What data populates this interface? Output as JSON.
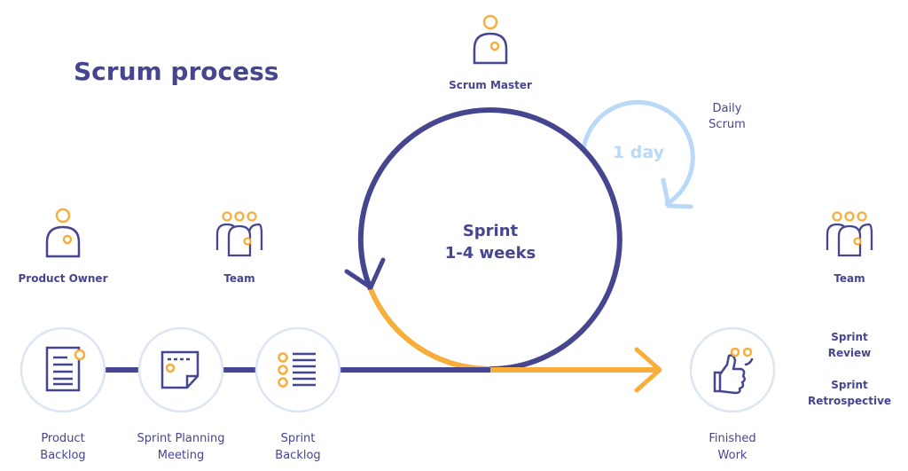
{
  "title": "Scrum process",
  "roles": {
    "product_owner": "Product Owner",
    "team_left": "Team",
    "scrum_master": "Scrum Master",
    "team_right": "Team"
  },
  "sprint": {
    "label": "Sprint",
    "duration": "1-4 weeks"
  },
  "daily": {
    "label_line1": "Daily",
    "label_line2": "Scrum",
    "cycle": "1 day"
  },
  "stages": {
    "product_backlog": [
      "Product",
      "Backlog"
    ],
    "sprint_planning": [
      "Sprint Planning",
      "Meeting"
    ],
    "sprint_backlog": [
      "Sprint",
      "Backlog"
    ],
    "finished_work": [
      "Finished",
      "Work"
    ]
  },
  "events": {
    "review": [
      "Sprint",
      "Review"
    ],
    "retrospective": [
      "Sprint",
      "Retrospective"
    ]
  },
  "colors": {
    "navy": "#45468f",
    "orange": "#f8ae3a",
    "light_blue": "#b9d9f7",
    "circle_border": "#dbe6f5"
  }
}
